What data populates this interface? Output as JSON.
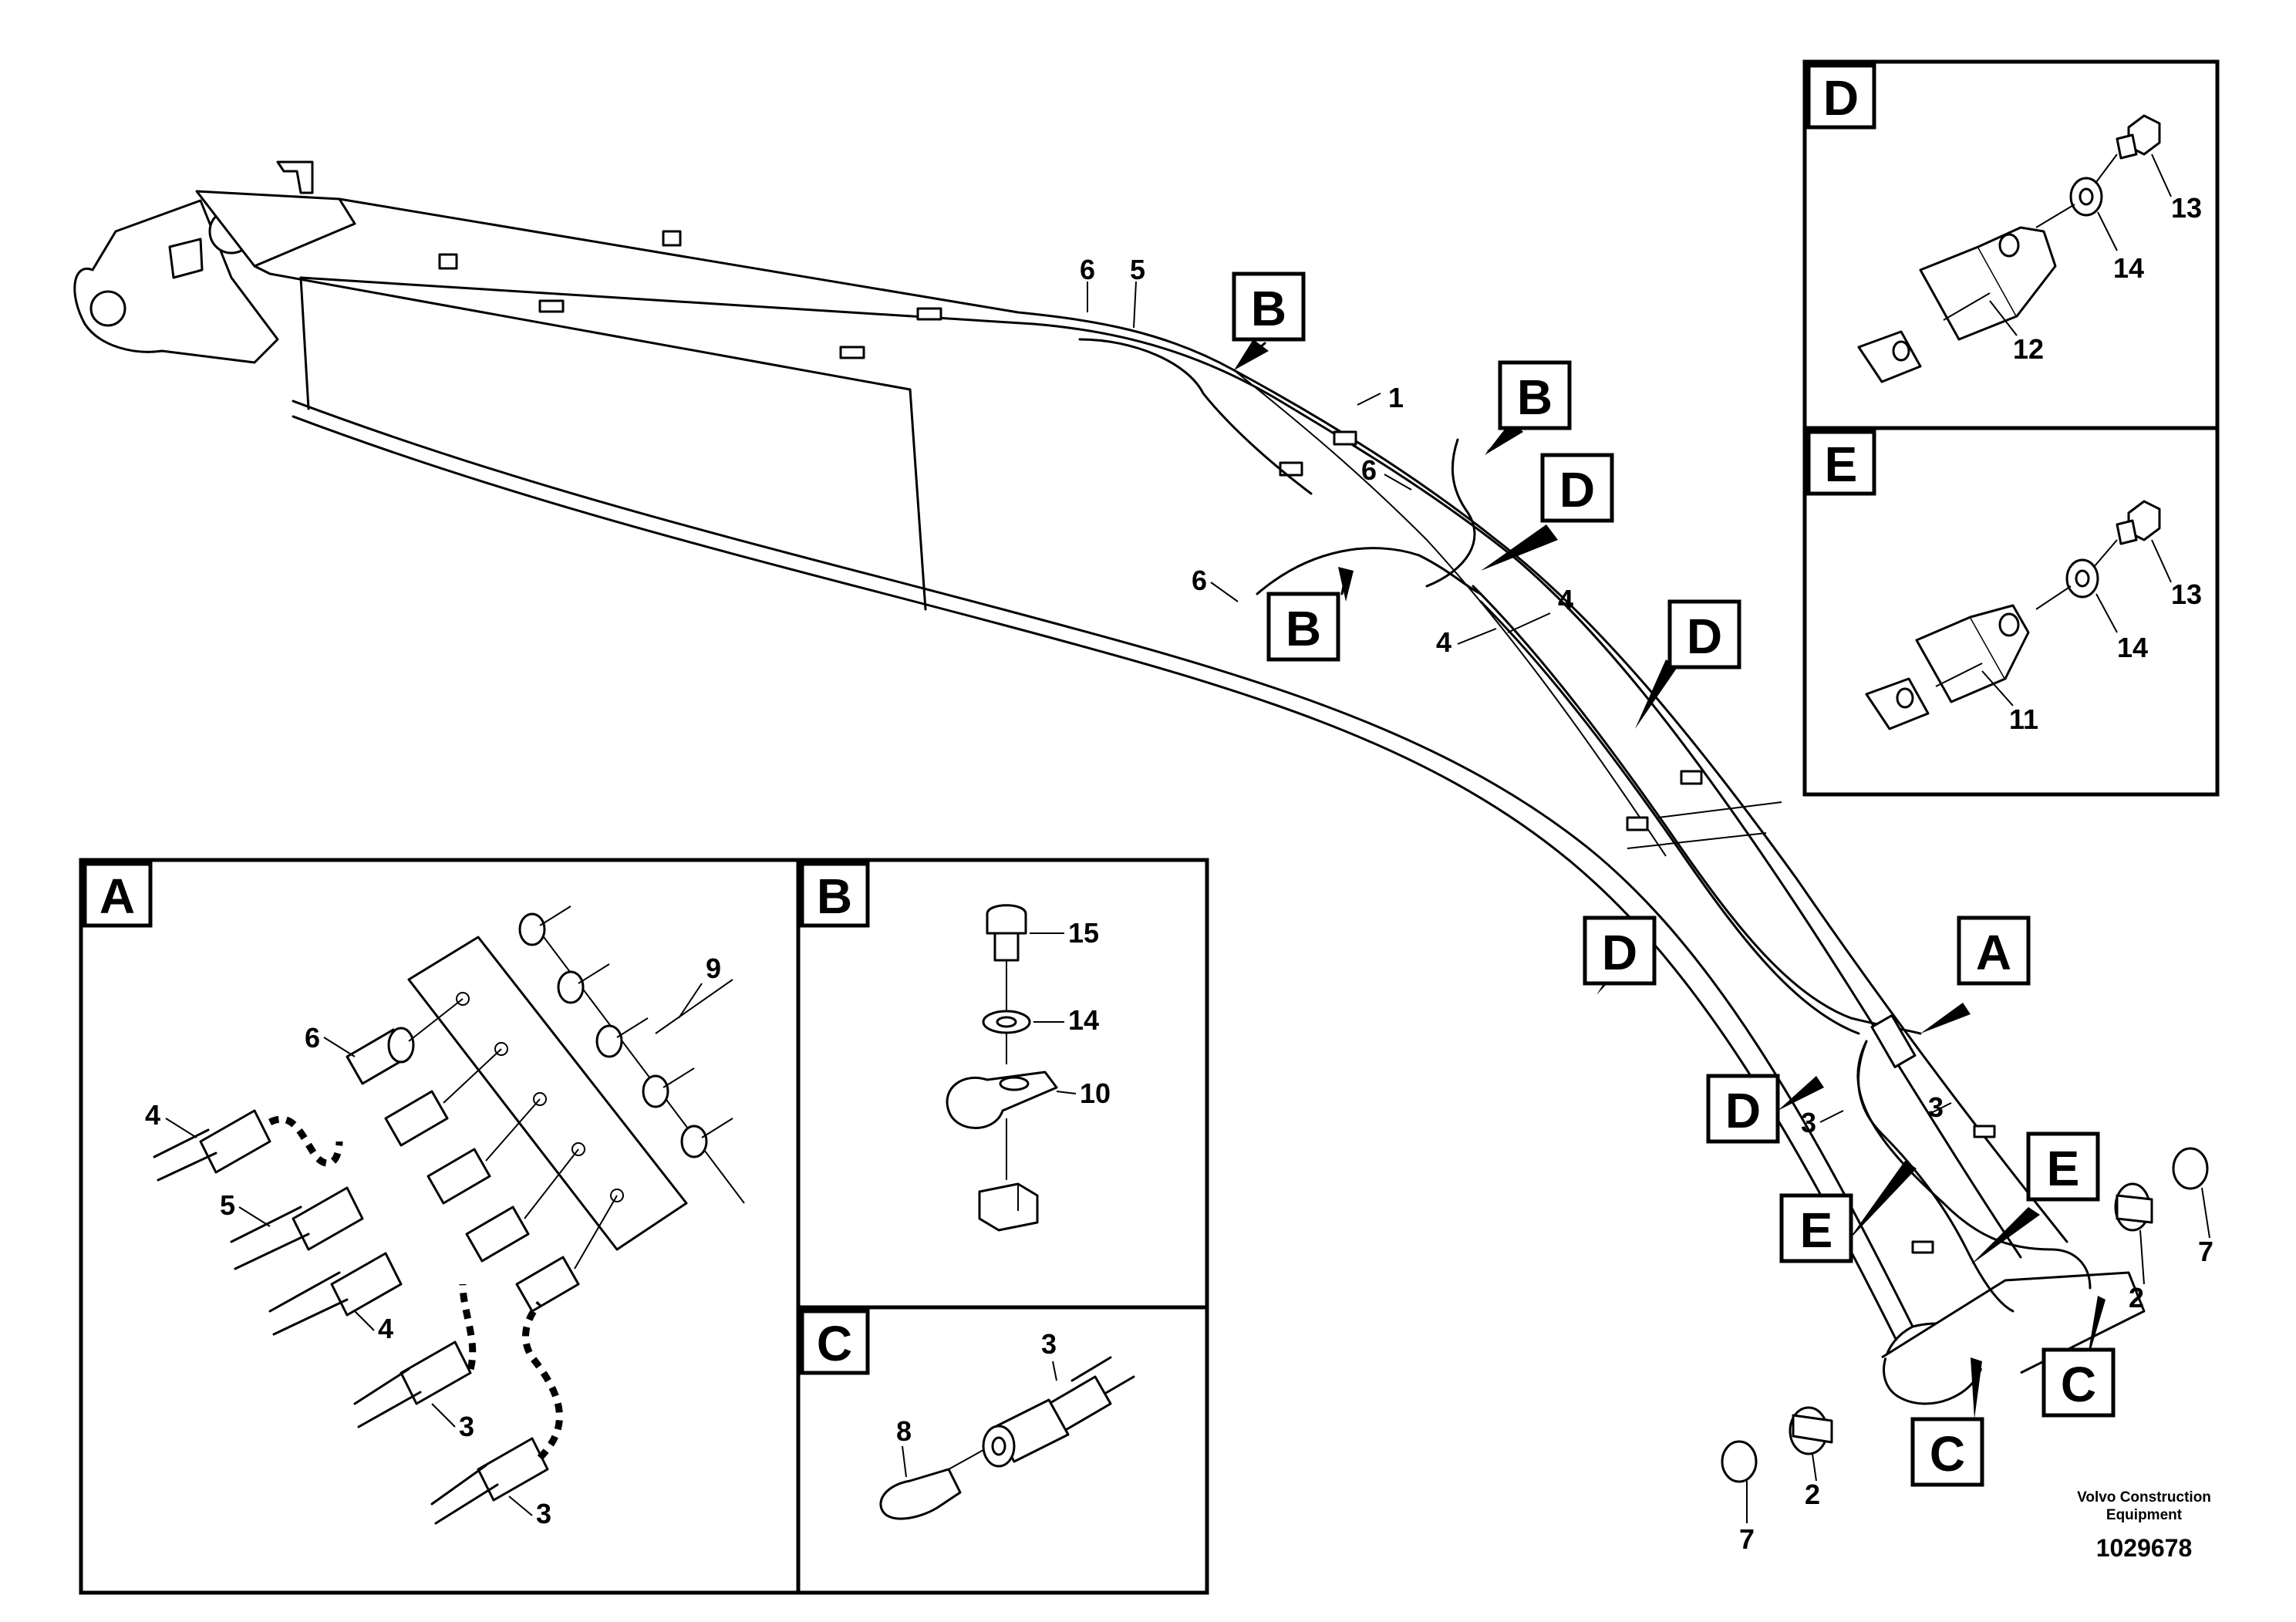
{
  "callouts": {
    "main": {
      "n1": "1",
      "n3a": "3",
      "n3b": "3",
      "n4a": "4",
      "n4b": "4",
      "n5": "5",
      "n6a": "6",
      "n6b": "6",
      "n6c": "6",
      "n2a": "2",
      "n2b": "2",
      "n7a": "7",
      "n7b": "7",
      "tagB1": "B",
      "tagB2": "B",
      "tagB3": "B",
      "tagD1": "D",
      "tagD2": "D",
      "tagD3": "D",
      "tagD4": "D",
      "tagA": "A",
      "tagE": "E",
      "tagE2": "E",
      "tagC1": "C",
      "tagC2": "C"
    },
    "panel_a": {
      "title": "A",
      "n9": "9",
      "n6": "6",
      "n4a": "4",
      "n5": "5",
      "n4b": "4",
      "n3a": "3",
      "n3b": "3"
    },
    "panel_b": {
      "title": "B",
      "n15": "15",
      "n14": "14",
      "n10": "10"
    },
    "panel_c": {
      "title": "C",
      "n3": "3",
      "n8": "8"
    },
    "panel_d": {
      "title": "D",
      "n13": "13",
      "n14": "14",
      "n12": "12"
    },
    "panel_e": {
      "title": "E",
      "n13": "13",
      "n14": "14",
      "n11": "11"
    }
  },
  "footer": {
    "credit_line1": "Volvo Construction",
    "credit_line2": "Equipment",
    "doc_id": "1029678"
  }
}
